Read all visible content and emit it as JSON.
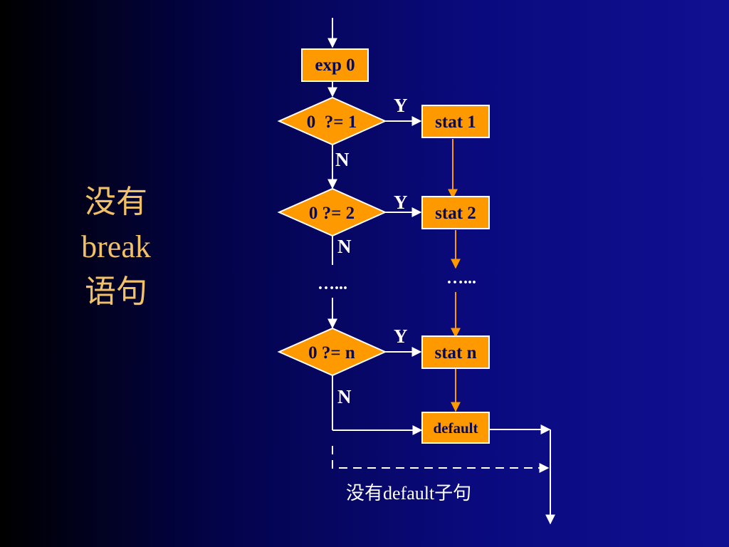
{
  "side_title": {
    "line1": "没有",
    "line2": "break",
    "line3": "语句"
  },
  "nodes": {
    "exp0": "exp 0",
    "cond1": "0  ?= 1",
    "cond2": "0 ?= 2",
    "condn": "0 ?= n",
    "stat1": "stat 1",
    "stat2": "stat 2",
    "statn": "stat n",
    "default": "default"
  },
  "labels": {
    "y1": "Y",
    "y2": "Y",
    "yn": "Y",
    "n1": "N",
    "n2": "N",
    "nn": "N",
    "ellipsis_left": "…...",
    "ellipsis_right": "…..."
  },
  "caption": "没有default子句",
  "colors": {
    "node_fill": "#ff9900",
    "node_stroke": "#ffffff",
    "node_text": "#0a0a50",
    "connector": "#ffffff",
    "orange_arrow": "#ff9900",
    "title_text": "#f2c066"
  }
}
